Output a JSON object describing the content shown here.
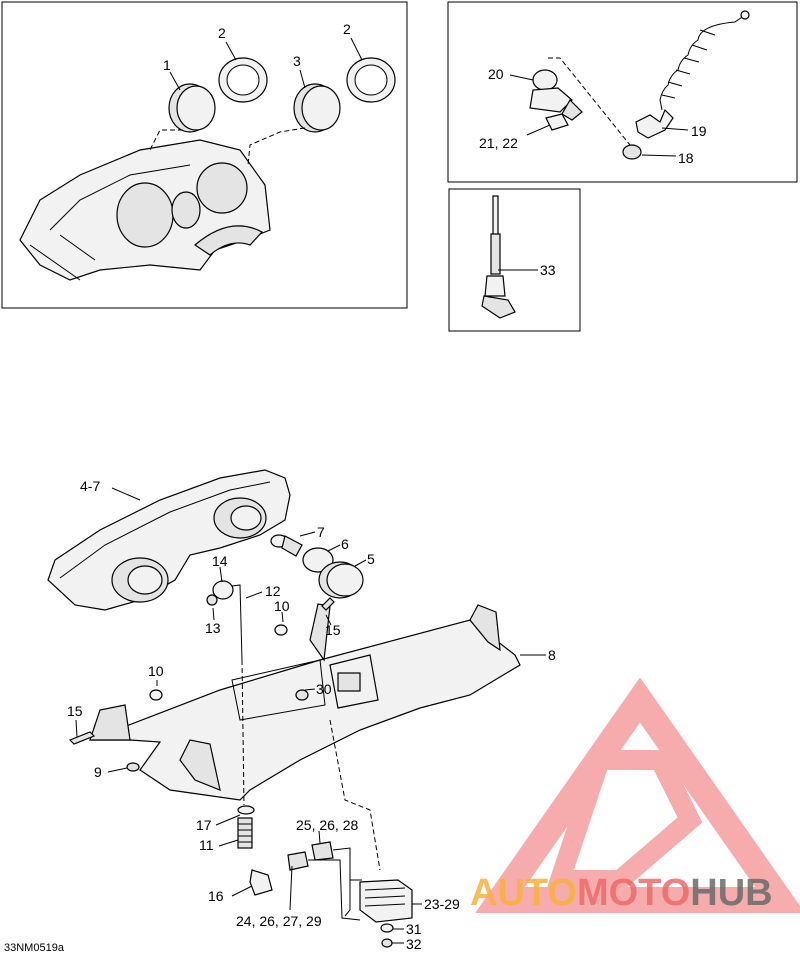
{
  "callouts": {
    "c1": "1",
    "c2a": "2",
    "c2b": "2",
    "c3": "3",
    "c20": "20",
    "c21_22": "21, 22",
    "c19": "19",
    "c18": "18",
    "c33": "33",
    "c4_7": "4-7",
    "c7": "7",
    "c6": "6",
    "c5": "5",
    "c14": "14",
    "c12": "12",
    "c13": "13",
    "c10a": "10",
    "c15a": "15",
    "c8": "8",
    "c10b": "10",
    "c30": "30",
    "c15b": "15",
    "c9": "9",
    "c17": "17",
    "c25_26_28": "25, 26, 28",
    "c11": "11",
    "c16": "16",
    "c24_26_27_29": "24, 26, 27, 29",
    "c23_29": "23-29",
    "c31": "31",
    "c32": "32"
  },
  "drawing_code": "33NM0519a",
  "watermark": {
    "brand_part1": "AUTO",
    "brand_part2": "MOTO",
    "brand_part3": "HUB",
    "colors": {
      "orange": "#f7b23b",
      "red": "#f06a6a",
      "gray": "#6b6b6b"
    }
  }
}
